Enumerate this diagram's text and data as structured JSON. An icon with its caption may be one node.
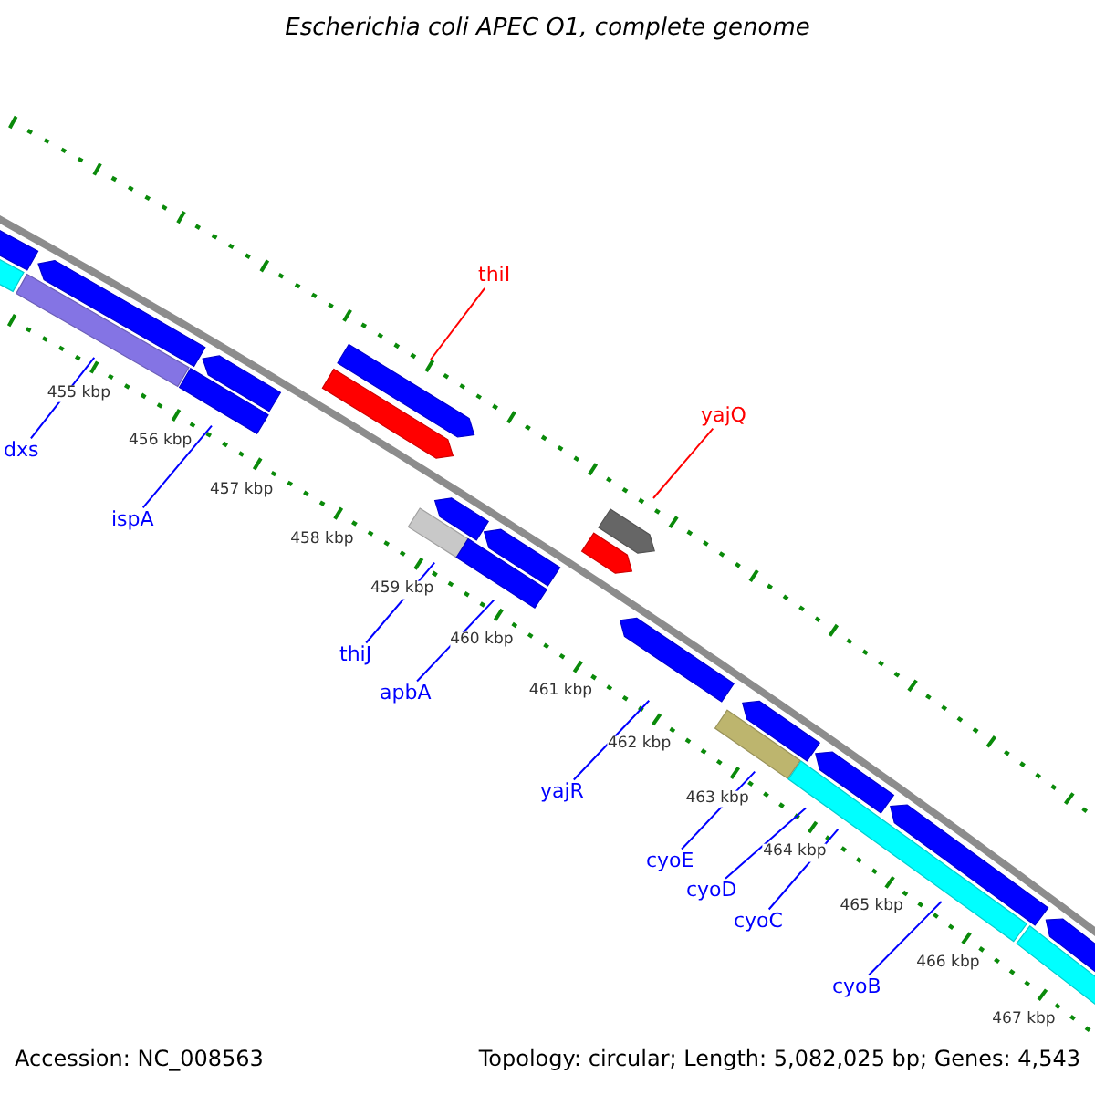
{
  "diagram": {
    "title": "Escherichia coli APEC O1, complete genome",
    "nodes": [
      {
        "text": [
          "thiI"
        ]
      },
      {
        "text": [
          "yajQ"
        ]
      },
      {
        "text": [
          "dxs"
        ]
      },
      {
        "text": [
          "ispA"
        ]
      },
      {
        "text": [
          "thiJ"
        ]
      },
      {
        "text": [
          "apbA"
        ]
      },
      {
        "text": [
          "yajR"
        ]
      },
      {
        "text": [
          "cyoE"
        ]
      },
      {
        "text": [
          "cyoD"
        ]
      },
      {
        "text": [
          "cyoC"
        ]
      },
      {
        "text": [
          "cyoB"
        ]
      }
    ],
    "edges": [
      {
        "from": 0,
        "to": null,
        "arrow": "none",
        "color": "#ff0000"
      },
      {
        "from": 1,
        "to": null,
        "arrow": "none",
        "color": "#ff0000"
      },
      {
        "from": 2,
        "to": null,
        "arrow": "none"
      },
      {
        "from": 3,
        "to": null,
        "arrow": "none"
      },
      {
        "from": 4,
        "to": null,
        "arrow": "none"
      },
      {
        "from": 5,
        "to": null,
        "arrow": "none"
      },
      {
        "from": 6,
        "to": null,
        "arrow": "none"
      },
      {
        "from": 7,
        "to": null,
        "arrow": "none"
      },
      {
        "from": 8,
        "to": null,
        "arrow": "none"
      },
      {
        "from": 9,
        "to": null,
        "arrow": "none"
      },
      {
        "from": 10,
        "to": null,
        "arrow": "none"
      }
    ],
    "labels": [
      "455 kbp",
      "456 kbp",
      "457 kbp",
      "458 kbp",
      "459 kbp",
      "460 kbp",
      "461 kbp",
      "462 kbp",
      "463 kbp",
      "464 kbp",
      "465 kbp",
      "466 kbp",
      "467 kbp",
      "Accession: NC_008563",
      "Topology: circular; Length: 5,082,025 bp; Genes: 4,543"
    ]
  }
}
